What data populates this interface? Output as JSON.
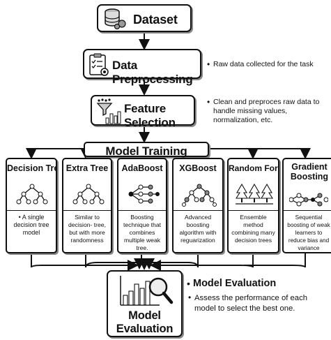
{
  "stages": {
    "dataset": "Dataset",
    "preprocessing": "Data Preprocessing",
    "feature_selection": "Feature Selection",
    "model_training": "Model Training",
    "model_evaluation": "Model\nEvaluation"
  },
  "notes": {
    "preprocessing": "Raw data collected for the task",
    "feature_selection": "Clean and preproces raw data to handle missing values, normalization, etc."
  },
  "models": [
    {
      "name": "Decision Tree",
      "desc": "• A single decision tree model"
    },
    {
      "name": "Extra Tree",
      "desc": "Similar to decision- tree, but with more randomness"
    },
    {
      "name": "AdaBoost",
      "desc": "Boosting technique that combines multiple weak tree."
    },
    {
      "name": "XGBoost",
      "desc": "Advanced boosting algorithm with reguarization"
    },
    {
      "name": "Random Forest",
      "desc": "Ensemble method combining many decision trees"
    },
    {
      "name": "Gradient Boosting",
      "desc": "Sequential boosting of weak learners to reduce bias and variance"
    }
  ],
  "evaluation": {
    "heading": "Model Evaluation",
    "desc": "Assess the performance of each model to select the best one."
  }
}
